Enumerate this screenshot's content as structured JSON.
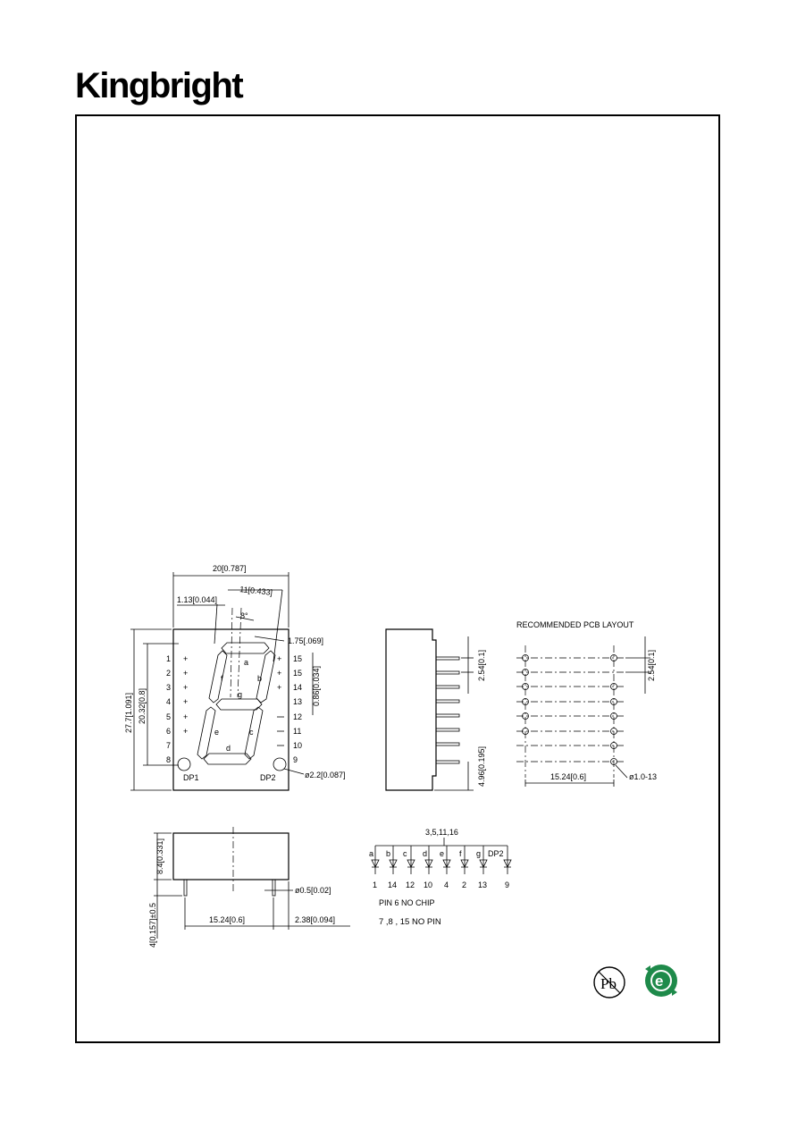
{
  "brand": {
    "name": "Kingbright"
  },
  "front_view": {
    "width_dim": "20[0.787]",
    "digit_width_dim": "11[0.433]",
    "offset_dim": "1.13[0.044]",
    "slant_angle": "8°",
    "segment_dim": "1.75[.069]",
    "height_dim": "27.7[1.091]",
    "digit_height_dim": "20.32[0.8]",
    "seg_width_dim": "0.86[0.034]",
    "dp_dim": "ø2.2[0.087]",
    "segment_labels": [
      "a",
      "b",
      "c",
      "d",
      "e",
      "f",
      "g"
    ],
    "left_pins": [
      "1",
      "2",
      "3",
      "4",
      "5",
      "6",
      "7",
      "8"
    ],
    "right_pins": [
      "15",
      "15",
      "14",
      "13",
      "12",
      "11",
      "10",
      "9"
    ],
    "dp_labels": [
      "DP1",
      "DP2"
    ]
  },
  "side_view": {
    "pitch_dim": "2.54[0.1]",
    "lead_dim": "4.96[0.195]"
  },
  "pcb_layout": {
    "title": "RECOMMENDED PCB LAYOUT",
    "pitch_dim": "2.54[0.1]",
    "row_spacing_dim": "15.24[0.6]",
    "hole_dim": "ø1.0-13"
  },
  "bottom_view": {
    "depth_dim": "8.4[0.331]",
    "lead_len_dim": "4[0.157]±0.5",
    "pin_dia_dim": "ø0.5[0.02]",
    "row_spacing_dim": "15.24[0.6]",
    "edge_dim": "2.38[0.094]"
  },
  "circuit": {
    "common_pins": "3,5,11,16",
    "segments": [
      "a",
      "b",
      "c",
      "d",
      "e",
      "f",
      "g",
      "DP2"
    ],
    "pins": [
      "1",
      "14",
      "12",
      "10",
      "4",
      "2",
      "13",
      "9"
    ],
    "note1": "PIN 6 NO CHIP",
    "note2": "7 ,8 , 15 NO PIN"
  },
  "badges": {
    "pb_free": "Pb",
    "rohs": "e"
  }
}
